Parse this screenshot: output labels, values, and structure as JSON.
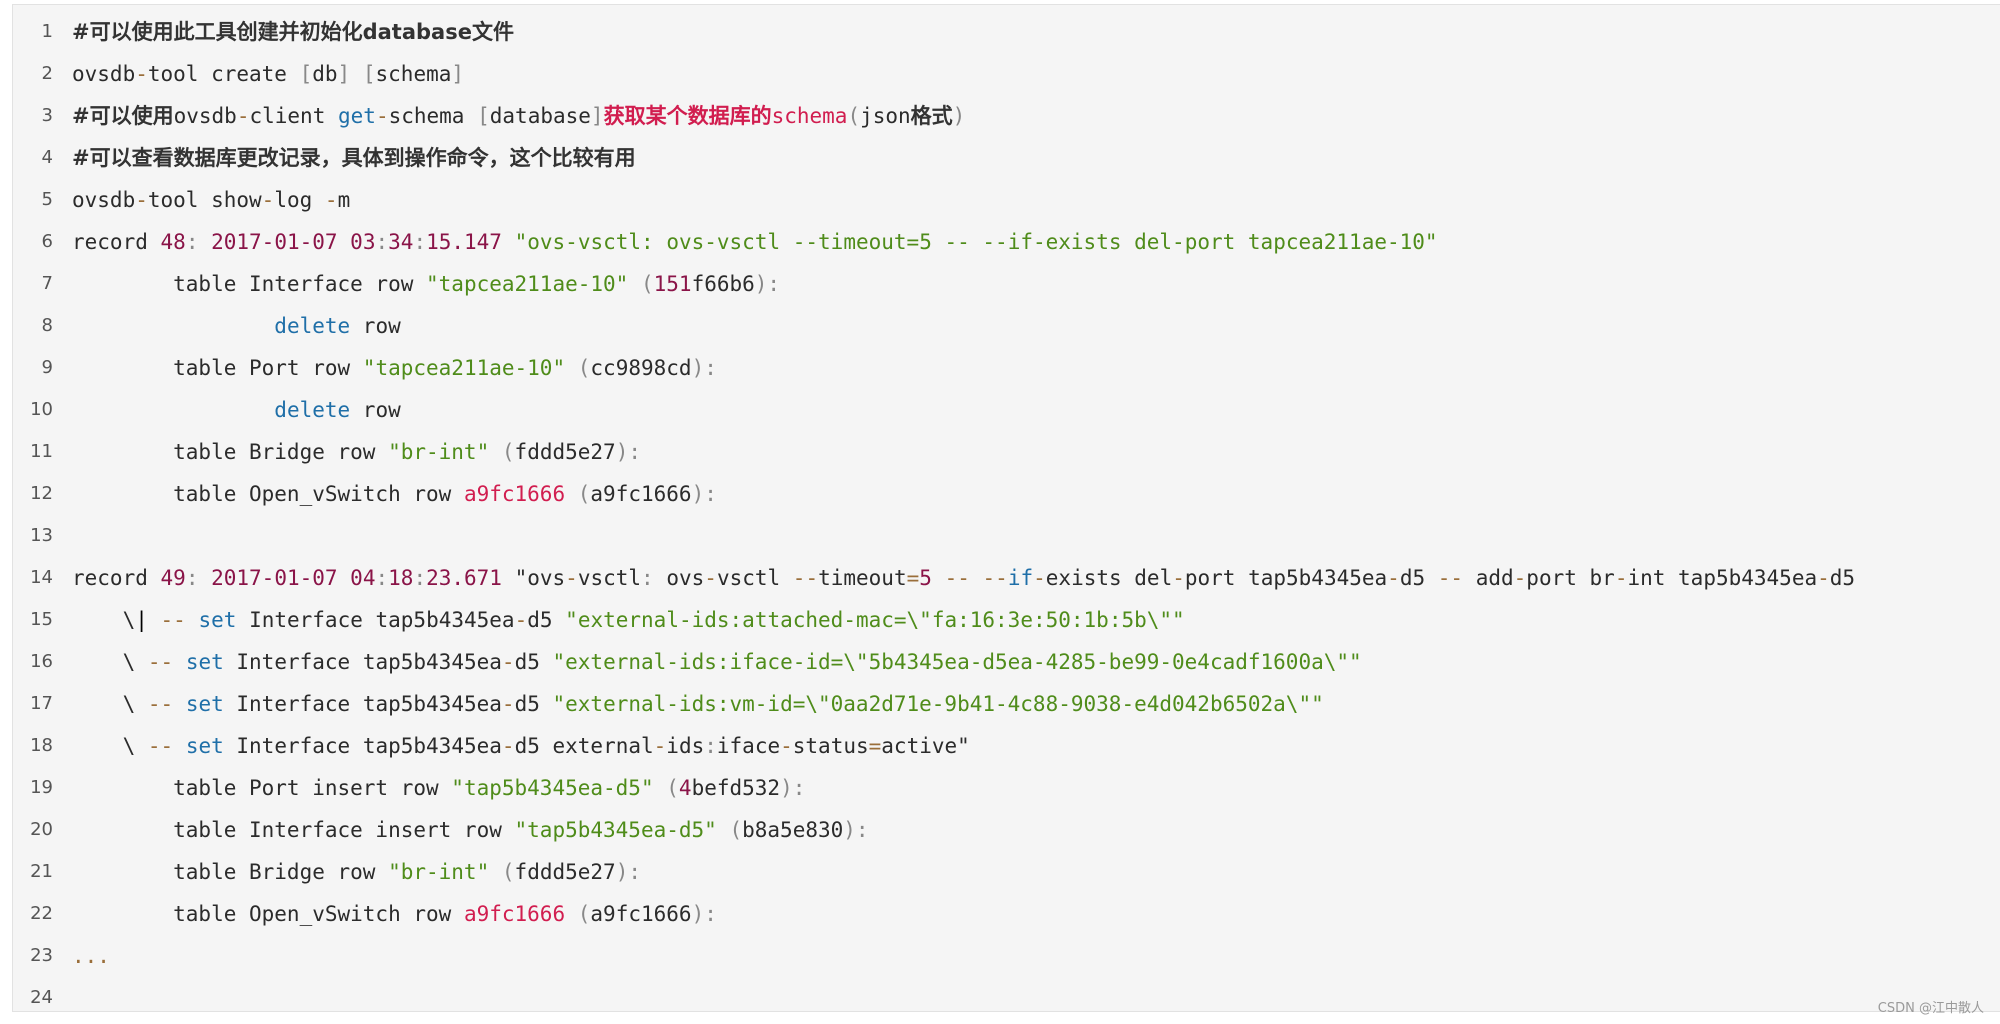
{
  "lines": [
    {
      "n": "1",
      "segs": [
        {
          "t": "#可以使用此工具创建并初始化database文件",
          "c": "cmt"
        }
      ]
    },
    {
      "n": "2",
      "segs": [
        {
          "t": "ovsdb",
          "c": ""
        },
        {
          "t": "-",
          "c": "op"
        },
        {
          "t": "tool create ",
          "c": ""
        },
        {
          "t": "[",
          "c": "pu"
        },
        {
          "t": "db",
          "c": ""
        },
        {
          "t": "]",
          "c": "pu"
        },
        {
          "t": " ",
          "c": ""
        },
        {
          "t": "[",
          "c": "pu"
        },
        {
          "t": "schema",
          "c": ""
        },
        {
          "t": "]",
          "c": "pu"
        }
      ]
    },
    {
      "n": "3",
      "segs": [
        {
          "t": "#可以使用",
          "c": "cmt"
        },
        {
          "t": "ovsdb",
          "c": ""
        },
        {
          "t": "-",
          "c": "op"
        },
        {
          "t": "client ",
          "c": ""
        },
        {
          "t": "get",
          "c": "kw"
        },
        {
          "t": "-",
          "c": "op"
        },
        {
          "t": "schema ",
          "c": ""
        },
        {
          "t": "[",
          "c": "pu"
        },
        {
          "t": "database",
          "c": ""
        },
        {
          "t": "]",
          "c": "pu"
        },
        {
          "t": "获取某个数据库的",
          "c": "red cmt"
        },
        {
          "t": "schema",
          "c": "red"
        },
        {
          "t": "(",
          "c": "pu"
        },
        {
          "t": "json",
          "c": ""
        },
        {
          "t": "格式",
          "c": "cmt"
        },
        {
          "t": ")",
          "c": "pu"
        }
      ]
    },
    {
      "n": "4",
      "segs": [
        {
          "t": "#可以查看数据库更改记录，具体到操作命令，这个比较有用",
          "c": "cmt"
        }
      ]
    },
    {
      "n": "5",
      "segs": [
        {
          "t": "ovsdb",
          "c": ""
        },
        {
          "t": "-",
          "c": "op"
        },
        {
          "t": "tool show",
          "c": ""
        },
        {
          "t": "-",
          "c": "op"
        },
        {
          "t": "log ",
          "c": ""
        },
        {
          "t": "-",
          "c": "op"
        },
        {
          "t": "m",
          "c": ""
        }
      ]
    },
    {
      "n": "6",
      "segs": [
        {
          "t": "record ",
          "c": ""
        },
        {
          "t": "48",
          "c": "num"
        },
        {
          "t": ": ",
          "c": "pu"
        },
        {
          "t": "2017-01-07 03",
          "c": "num"
        },
        {
          "t": ":",
          "c": "pu"
        },
        {
          "t": "34",
          "c": "num"
        },
        {
          "t": ":",
          "c": "pu"
        },
        {
          "t": "15.147",
          "c": "num"
        },
        {
          "t": " ",
          "c": ""
        },
        {
          "t": "\"ovs-vsctl: ovs-vsctl --timeout=5 -- --if-exists del-port tapcea211ae-10\"",
          "c": "str"
        }
      ]
    },
    {
      "n": "7",
      "segs": [
        {
          "t": "        table Interface row ",
          "c": ""
        },
        {
          "t": "\"tapcea211ae-10\"",
          "c": "str"
        },
        {
          "t": " ",
          "c": ""
        },
        {
          "t": "(",
          "c": "pu"
        },
        {
          "t": "151",
          "c": "num"
        },
        {
          "t": "f66b6",
          "c": ""
        },
        {
          "t": "):",
          "c": "pu"
        }
      ]
    },
    {
      "n": "8",
      "segs": [
        {
          "t": "                ",
          "c": ""
        },
        {
          "t": "delete",
          "c": "kw"
        },
        {
          "t": " row",
          "c": ""
        }
      ]
    },
    {
      "n": "9",
      "segs": [
        {
          "t": "        table Port row ",
          "c": ""
        },
        {
          "t": "\"tapcea211ae-10\"",
          "c": "str"
        },
        {
          "t": " ",
          "c": ""
        },
        {
          "t": "(",
          "c": "pu"
        },
        {
          "t": "cc9898cd",
          "c": ""
        },
        {
          "t": "):",
          "c": "pu"
        }
      ]
    },
    {
      "n": "10",
      "segs": [
        {
          "t": "                ",
          "c": ""
        },
        {
          "t": "delete",
          "c": "kw"
        },
        {
          "t": " row",
          "c": ""
        }
      ]
    },
    {
      "n": "11",
      "segs": [
        {
          "t": "        table Bridge row ",
          "c": ""
        },
        {
          "t": "\"br-int\"",
          "c": "str"
        },
        {
          "t": " ",
          "c": ""
        },
        {
          "t": "(",
          "c": "pu"
        },
        {
          "t": "fddd5e27",
          "c": ""
        },
        {
          "t": "):",
          "c": "pu"
        }
      ]
    },
    {
      "n": "12",
      "segs": [
        {
          "t": "        table Open_vSwitch row ",
          "c": ""
        },
        {
          "t": "a9fc1666",
          "c": "red"
        },
        {
          "t": " ",
          "c": ""
        },
        {
          "t": "(",
          "c": "pu"
        },
        {
          "t": "a9fc1666",
          "c": ""
        },
        {
          "t": "):",
          "c": "pu"
        }
      ]
    },
    {
      "n": "13",
      "segs": []
    },
    {
      "n": "14",
      "segs": [
        {
          "t": "record ",
          "c": ""
        },
        {
          "t": "49",
          "c": "num"
        },
        {
          "t": ": ",
          "c": "pu"
        },
        {
          "t": "2017-01-07 04",
          "c": "num"
        },
        {
          "t": ":",
          "c": "pu"
        },
        {
          "t": "18",
          "c": "num"
        },
        {
          "t": ":",
          "c": "pu"
        },
        {
          "t": "23.671",
          "c": "num"
        },
        {
          "t": " \"ovs",
          "c": ""
        },
        {
          "t": "-",
          "c": "op"
        },
        {
          "t": "vsctl",
          "c": ""
        },
        {
          "t": ":",
          "c": "pu"
        },
        {
          "t": " ovs",
          "c": ""
        },
        {
          "t": "-",
          "c": "op"
        },
        {
          "t": "vsctl ",
          "c": ""
        },
        {
          "t": "--",
          "c": "op"
        },
        {
          "t": "timeout",
          "c": ""
        },
        {
          "t": "=",
          "c": "op"
        },
        {
          "t": "5",
          "c": "num"
        },
        {
          "t": " ",
          "c": ""
        },
        {
          "t": "--",
          "c": "op"
        },
        {
          "t": " ",
          "c": ""
        },
        {
          "t": "--",
          "c": "op"
        },
        {
          "t": "if",
          "c": "kw"
        },
        {
          "t": "-",
          "c": "op"
        },
        {
          "t": "exists del",
          "c": ""
        },
        {
          "t": "-",
          "c": "op"
        },
        {
          "t": "port tap5b4345ea",
          "c": ""
        },
        {
          "t": "-",
          "c": "op"
        },
        {
          "t": "d5 ",
          "c": ""
        },
        {
          "t": "--",
          "c": "op"
        },
        {
          "t": " add",
          "c": ""
        },
        {
          "t": "-",
          "c": "op"
        },
        {
          "t": "port br",
          "c": ""
        },
        {
          "t": "-",
          "c": "op"
        },
        {
          "t": "int tap5b4345ea",
          "c": ""
        },
        {
          "t": "-",
          "c": "op"
        },
        {
          "t": "d5",
          "c": ""
        }
      ]
    },
    {
      "n": "15",
      "segs": [
        {
          "t": "    \\",
          "c": ""
        },
        {
          "t": "|",
          "c": "cursor"
        },
        {
          "t": " ",
          "c": ""
        },
        {
          "t": "--",
          "c": "op"
        },
        {
          "t": " ",
          "c": ""
        },
        {
          "t": "set",
          "c": "kw"
        },
        {
          "t": " Interface tap5b4345ea",
          "c": ""
        },
        {
          "t": "-",
          "c": "op"
        },
        {
          "t": "d5 ",
          "c": ""
        },
        {
          "t": "\"external-ids:attached-mac=\\\"fa:16:3e:50:1b:5b\\\"\"",
          "c": "str"
        }
      ]
    },
    {
      "n": "16",
      "segs": [
        {
          "t": "    \\ ",
          "c": ""
        },
        {
          "t": "--",
          "c": "op"
        },
        {
          "t": " ",
          "c": ""
        },
        {
          "t": "set",
          "c": "kw"
        },
        {
          "t": " Interface tap5b4345ea",
          "c": ""
        },
        {
          "t": "-",
          "c": "op"
        },
        {
          "t": "d5 ",
          "c": ""
        },
        {
          "t": "\"external-ids:iface-id=\\\"5b4345ea-d5ea-4285-be99-0e4cadf1600a\\\"\"",
          "c": "str"
        }
      ]
    },
    {
      "n": "17",
      "segs": [
        {
          "t": "    \\ ",
          "c": ""
        },
        {
          "t": "--",
          "c": "op"
        },
        {
          "t": " ",
          "c": ""
        },
        {
          "t": "set",
          "c": "kw"
        },
        {
          "t": " Interface tap5b4345ea",
          "c": ""
        },
        {
          "t": "-",
          "c": "op"
        },
        {
          "t": "d5 ",
          "c": ""
        },
        {
          "t": "\"external-ids:vm-id=\\\"0aa2d71e-9b41-4c88-9038-e4d042b6502a\\\"\"",
          "c": "str"
        }
      ]
    },
    {
      "n": "18",
      "segs": [
        {
          "t": "    \\ ",
          "c": ""
        },
        {
          "t": "--",
          "c": "op"
        },
        {
          "t": " ",
          "c": ""
        },
        {
          "t": "set",
          "c": "kw"
        },
        {
          "t": " Interface tap5b4345ea",
          "c": ""
        },
        {
          "t": "-",
          "c": "op"
        },
        {
          "t": "d5 external",
          "c": ""
        },
        {
          "t": "-",
          "c": "op"
        },
        {
          "t": "ids",
          "c": ""
        },
        {
          "t": ":",
          "c": "pu"
        },
        {
          "t": "iface",
          "c": ""
        },
        {
          "t": "-",
          "c": "op"
        },
        {
          "t": "status",
          "c": ""
        },
        {
          "t": "=",
          "c": "op"
        },
        {
          "t": "active\"",
          "c": ""
        }
      ]
    },
    {
      "n": "19",
      "segs": [
        {
          "t": "        table Port insert row ",
          "c": ""
        },
        {
          "t": "\"tap5b4345ea-d5\"",
          "c": "str"
        },
        {
          "t": " ",
          "c": ""
        },
        {
          "t": "(",
          "c": "pu"
        },
        {
          "t": "4",
          "c": "num"
        },
        {
          "t": "befd532",
          "c": ""
        },
        {
          "t": "):",
          "c": "pu"
        }
      ]
    },
    {
      "n": "20",
      "segs": [
        {
          "t": "        table Interface insert row ",
          "c": ""
        },
        {
          "t": "\"tap5b4345ea-d5\"",
          "c": "str"
        },
        {
          "t": " ",
          "c": ""
        },
        {
          "t": "(",
          "c": "pu"
        },
        {
          "t": "b8a5e830",
          "c": ""
        },
        {
          "t": "):",
          "c": "pu"
        }
      ]
    },
    {
      "n": "21",
      "segs": [
        {
          "t": "        table Bridge row ",
          "c": ""
        },
        {
          "t": "\"br-int\"",
          "c": "str"
        },
        {
          "t": " ",
          "c": ""
        },
        {
          "t": "(",
          "c": "pu"
        },
        {
          "t": "fddd5e27",
          "c": ""
        },
        {
          "t": "):",
          "c": "pu"
        }
      ]
    },
    {
      "n": "22",
      "segs": [
        {
          "t": "        table Open_vSwitch row ",
          "c": ""
        },
        {
          "t": "a9fc1666",
          "c": "red"
        },
        {
          "t": " ",
          "c": ""
        },
        {
          "t": "(",
          "c": "pu"
        },
        {
          "t": "a9fc1666",
          "c": ""
        },
        {
          "t": "):",
          "c": "pu"
        }
      ]
    },
    {
      "n": "23",
      "segs": [
        {
          "t": "...",
          "c": "ell"
        }
      ]
    },
    {
      "n": "24",
      "segs": []
    }
  ],
  "watermark": "CSDN @江中散人"
}
